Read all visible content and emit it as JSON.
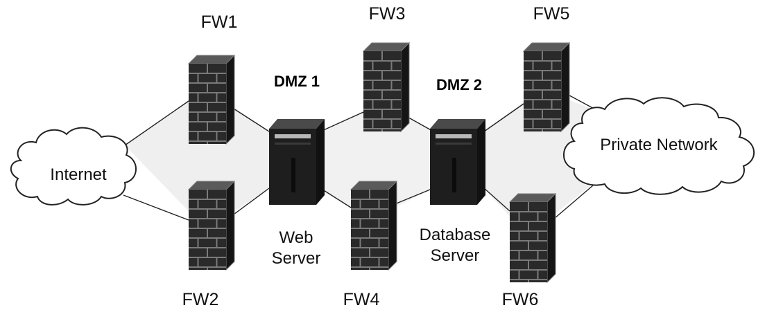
{
  "firewalls": {
    "fw1": "FW1",
    "fw2": "FW2",
    "fw3": "FW3",
    "fw4": "FW4",
    "fw5": "FW5",
    "fw6": "FW6"
  },
  "zones": {
    "dmz1": "DMZ 1",
    "dmz2": "DMZ 2"
  },
  "clouds": {
    "internet": "Internet",
    "private": "Private Network"
  },
  "servers": {
    "web_line1": "Web",
    "web_line2": "Server",
    "db_line1": "Database",
    "db_line2": "Server"
  },
  "colors": {
    "firewall_fill": "#2a2a2a",
    "firewall_mortar": "#7a7a7a",
    "server_fill": "#1e1e1e",
    "zone_fill": "#efefef",
    "line": "#222222"
  }
}
